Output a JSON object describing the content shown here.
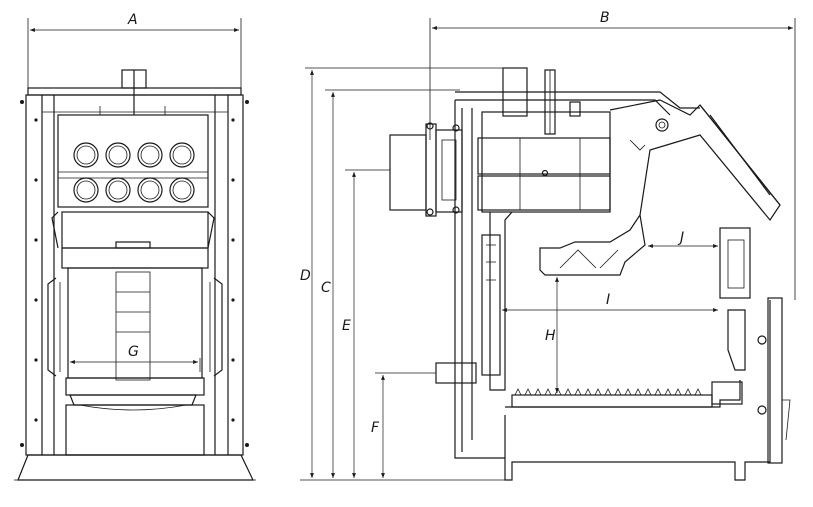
{
  "diagram": {
    "views": [
      "front-view",
      "side-section-view"
    ],
    "dimension_labels": {
      "A": "A",
      "B": "B",
      "C": "C",
      "D": "D",
      "E": "E",
      "F": "F",
      "G": "G",
      "H": "H",
      "I": "I",
      "J": "J"
    },
    "colors": {
      "line": "#1a1a1a",
      "background": "#ffffff"
    }
  }
}
